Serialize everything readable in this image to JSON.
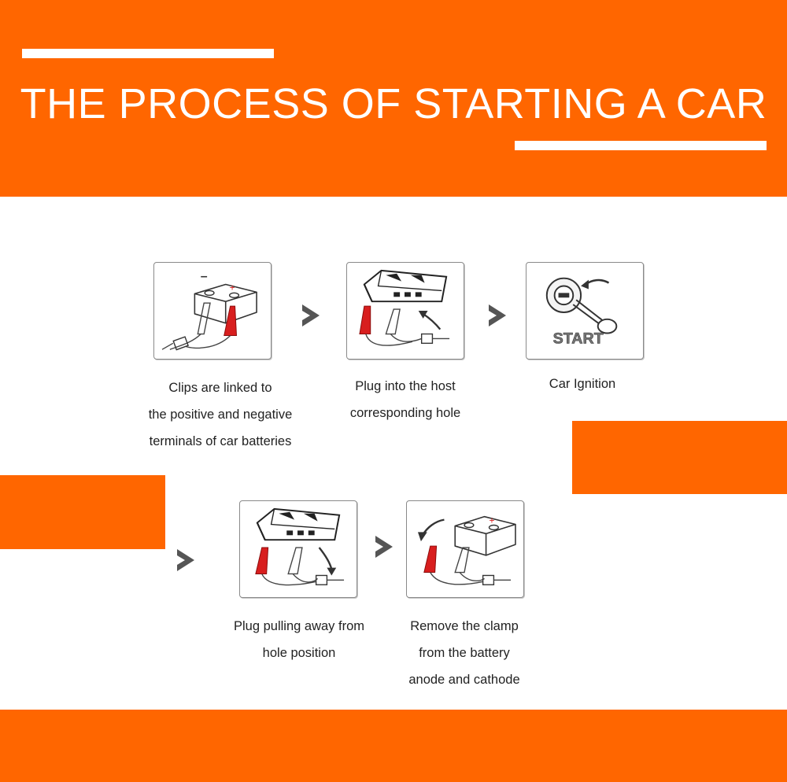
{
  "header": {
    "title": "THE PROCESS OF STARTING A CAR"
  },
  "colors": {
    "accent": "#ff6600",
    "clamp_red": "#d81e1e",
    "text": "#222222"
  },
  "steps": [
    {
      "icon": "battery-clips-icon",
      "caption": "Clips are linked to\nthe positive and negative\nterminals of car batteries"
    },
    {
      "icon": "jump-starter-plug-in-icon",
      "caption": "Plug into the host\ncorresponding hole"
    },
    {
      "icon": "ignition-key-icon",
      "label": "START",
      "caption": "Car Ignition"
    },
    {
      "icon": "jump-starter-unplug-icon",
      "caption": "Plug pulling away from\nhole position"
    },
    {
      "icon": "battery-remove-clamp-icon",
      "caption": "Remove the clamp\nfrom the battery\nanode and cathode"
    }
  ]
}
